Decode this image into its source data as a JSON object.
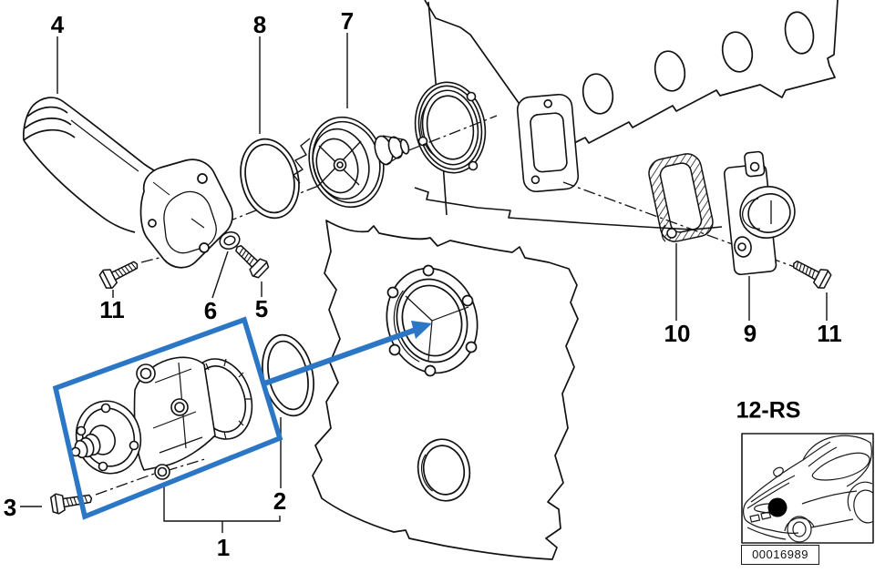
{
  "diagram": {
    "callouts": {
      "c1": "1",
      "c2": "2",
      "c3": "3",
      "c4": "4",
      "c5": "5",
      "c6": "6",
      "c7": "7",
      "c8": "8",
      "c9": "9",
      "c10": "10",
      "c11_left": "11",
      "c11_right": "11"
    },
    "variant_label": "12-RS",
    "image_code": "00016989",
    "colors": {
      "highlight_blue": "#2b76c5",
      "line_black": "#111111",
      "background": "#ffffff"
    }
  }
}
